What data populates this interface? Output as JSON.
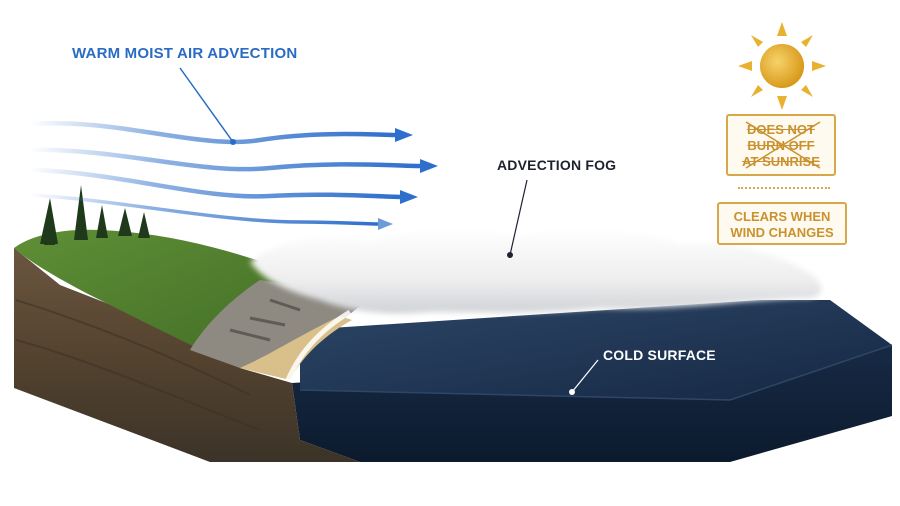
{
  "labels": {
    "warm_air": "WARM MOIST AIR ADVECTION",
    "advection_fog": "ADVECTION FOG",
    "cold_surface": "COLD SURFACE"
  },
  "sun_panel": {
    "burn_off_lines": [
      "DOES NOT",
      "BURN OFF",
      "AT SUNRISE"
    ],
    "clears_lines": [
      "CLEARS WHEN",
      "WIND CHANGES"
    ]
  },
  "colors": {
    "air_arrow": "#2d6fcb",
    "sea_top": "#1f3350",
    "sea_side": "#142238",
    "grass": "#4f7a2c",
    "soil": "#5a4632",
    "sun": "#e7b22f",
    "callout_accent": "#d7a84a"
  },
  "icons": [
    "sun-icon",
    "cross-out-icon"
  ]
}
